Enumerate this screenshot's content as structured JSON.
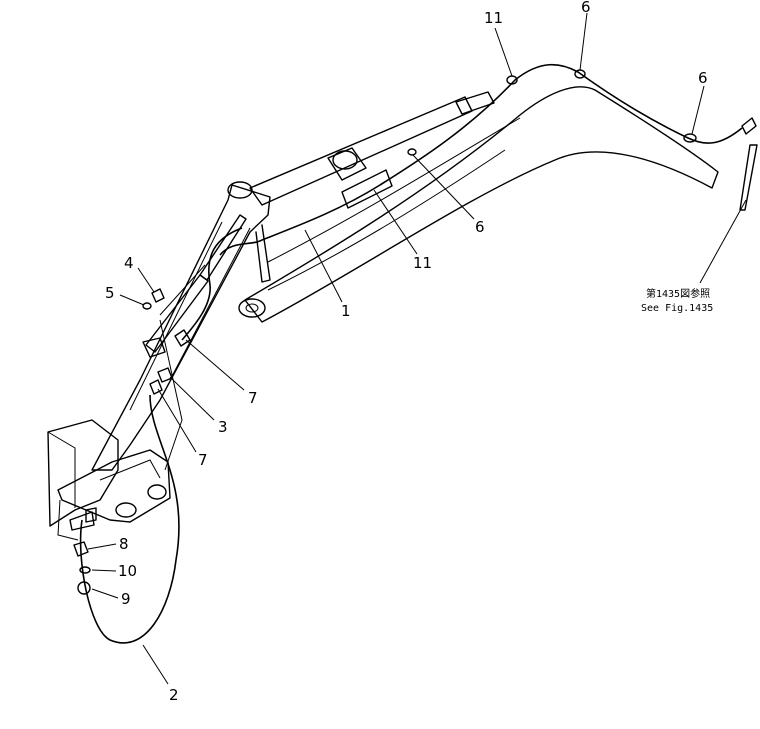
{
  "callouts": {
    "c11_top": "11",
    "c6_top": "6",
    "c6_right": "6",
    "c6_mid": "6",
    "c11_mid": "11",
    "c1": "1",
    "c4": "4",
    "c5": "5",
    "c7_upper": "7",
    "c3": "3",
    "c7_lower": "7",
    "c8": "8",
    "c10": "10",
    "c9": "9",
    "c2": "2"
  },
  "reference_note": {
    "line1": "第1435図参照",
    "line2": "See Fig.1435"
  }
}
